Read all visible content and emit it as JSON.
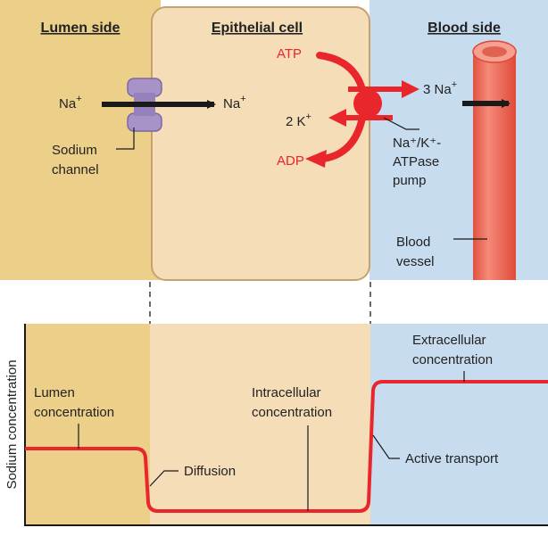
{
  "top_panel": {
    "headers": {
      "lumen": "Lumen side",
      "cell": "Epithelial cell",
      "blood": "Blood side"
    },
    "na_left": "Na",
    "na_right": "Na",
    "plus": "+",
    "atp": "ATP",
    "adp": "ADP",
    "k_count": "2 K",
    "na_count": "3 Na",
    "pump_label": [
      "Na⁺/K⁺-",
      "ATPase",
      "pump"
    ],
    "channel_label": [
      "Sodium",
      "channel"
    ],
    "vessel_label": [
      "Blood",
      "vessel"
    ]
  },
  "bottom_panel": {
    "y_axis_label": "Sodium concentration",
    "lumen_label": [
      "Lumen",
      "concentration"
    ],
    "intracellular_label": [
      "Intracellular",
      "concentration"
    ],
    "extracellular_label": [
      "Extracellular",
      "concentration"
    ],
    "diffusion_label": "Diffusion",
    "active_transport_label": "Active transport"
  },
  "colors": {
    "lumen_bg": "#ecd08a",
    "cell_bg": "#f5ddb8",
    "blood_bg": "#c8dcef",
    "curve": "#e8262b",
    "channel": "#a793c8",
    "vessel": "#ee6a58"
  }
}
